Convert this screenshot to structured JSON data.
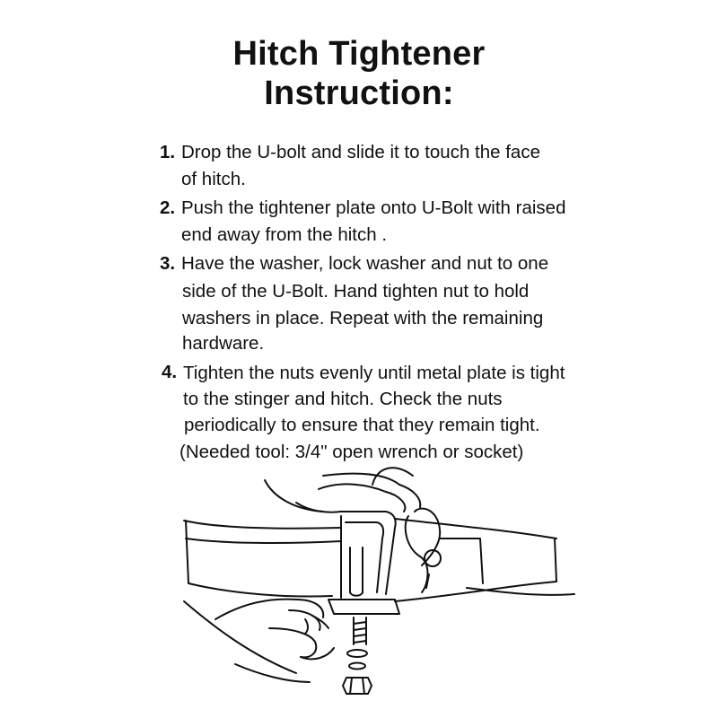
{
  "title": {
    "line1": "Hitch Tightener",
    "line2": "Instruction:"
  },
  "steps": [
    {
      "number": "1.",
      "lines": [
        "Drop the U-bolt and slide it to touch the face",
        "of hitch."
      ]
    },
    {
      "number": "2.",
      "lines": [
        "Push the tightener plate onto U-Bolt with raised",
        "end away from the hitch ."
      ]
    },
    {
      "number": "3.",
      "lines": [
        "Have the washer, lock washer and nut to one",
        "side of the U-Bolt. Hand tighten nut to hold",
        "washers in place. Repeat with the remaining",
        "hardware."
      ]
    },
    {
      "number": "4.",
      "lines": [
        "Tighten the nuts evenly until metal plate is tight",
        "to the stinger and hitch. Check the nuts",
        "periodically to ensure that they remain tight."
      ]
    }
  ],
  "tool_note": "(Needed tool: 3/4\" open wrench or socket)",
  "illustration": {
    "subject": "hands-installing-u-bolt-hitch-tightener",
    "line_color": "#111111"
  }
}
